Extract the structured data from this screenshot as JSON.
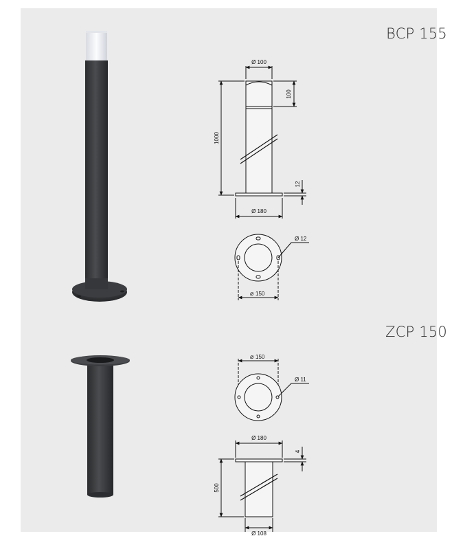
{
  "products": [
    {
      "name": "BCP 155",
      "dimensions": {
        "top_diameter": "Ø 100",
        "height": "1000",
        "head_height": "100",
        "plate_thickness": "12",
        "base_diameter": "Ø 180",
        "hole_diameter": "Ø 12",
        "bolt_circle": "150"
      }
    },
    {
      "name": "ZCP 150",
      "dimensions": {
        "bolt_circle": "150",
        "hole_diameter": "Ø 11",
        "flange_diameter": "Ø 180",
        "flange_thickness": "4",
        "length": "500",
        "tube_diameter": "Ø 108"
      }
    }
  ],
  "colors": {
    "background": "#ebebeb",
    "post": "#3a3c3e",
    "diffuser": "#f4f5f8",
    "line": "#111111"
  }
}
